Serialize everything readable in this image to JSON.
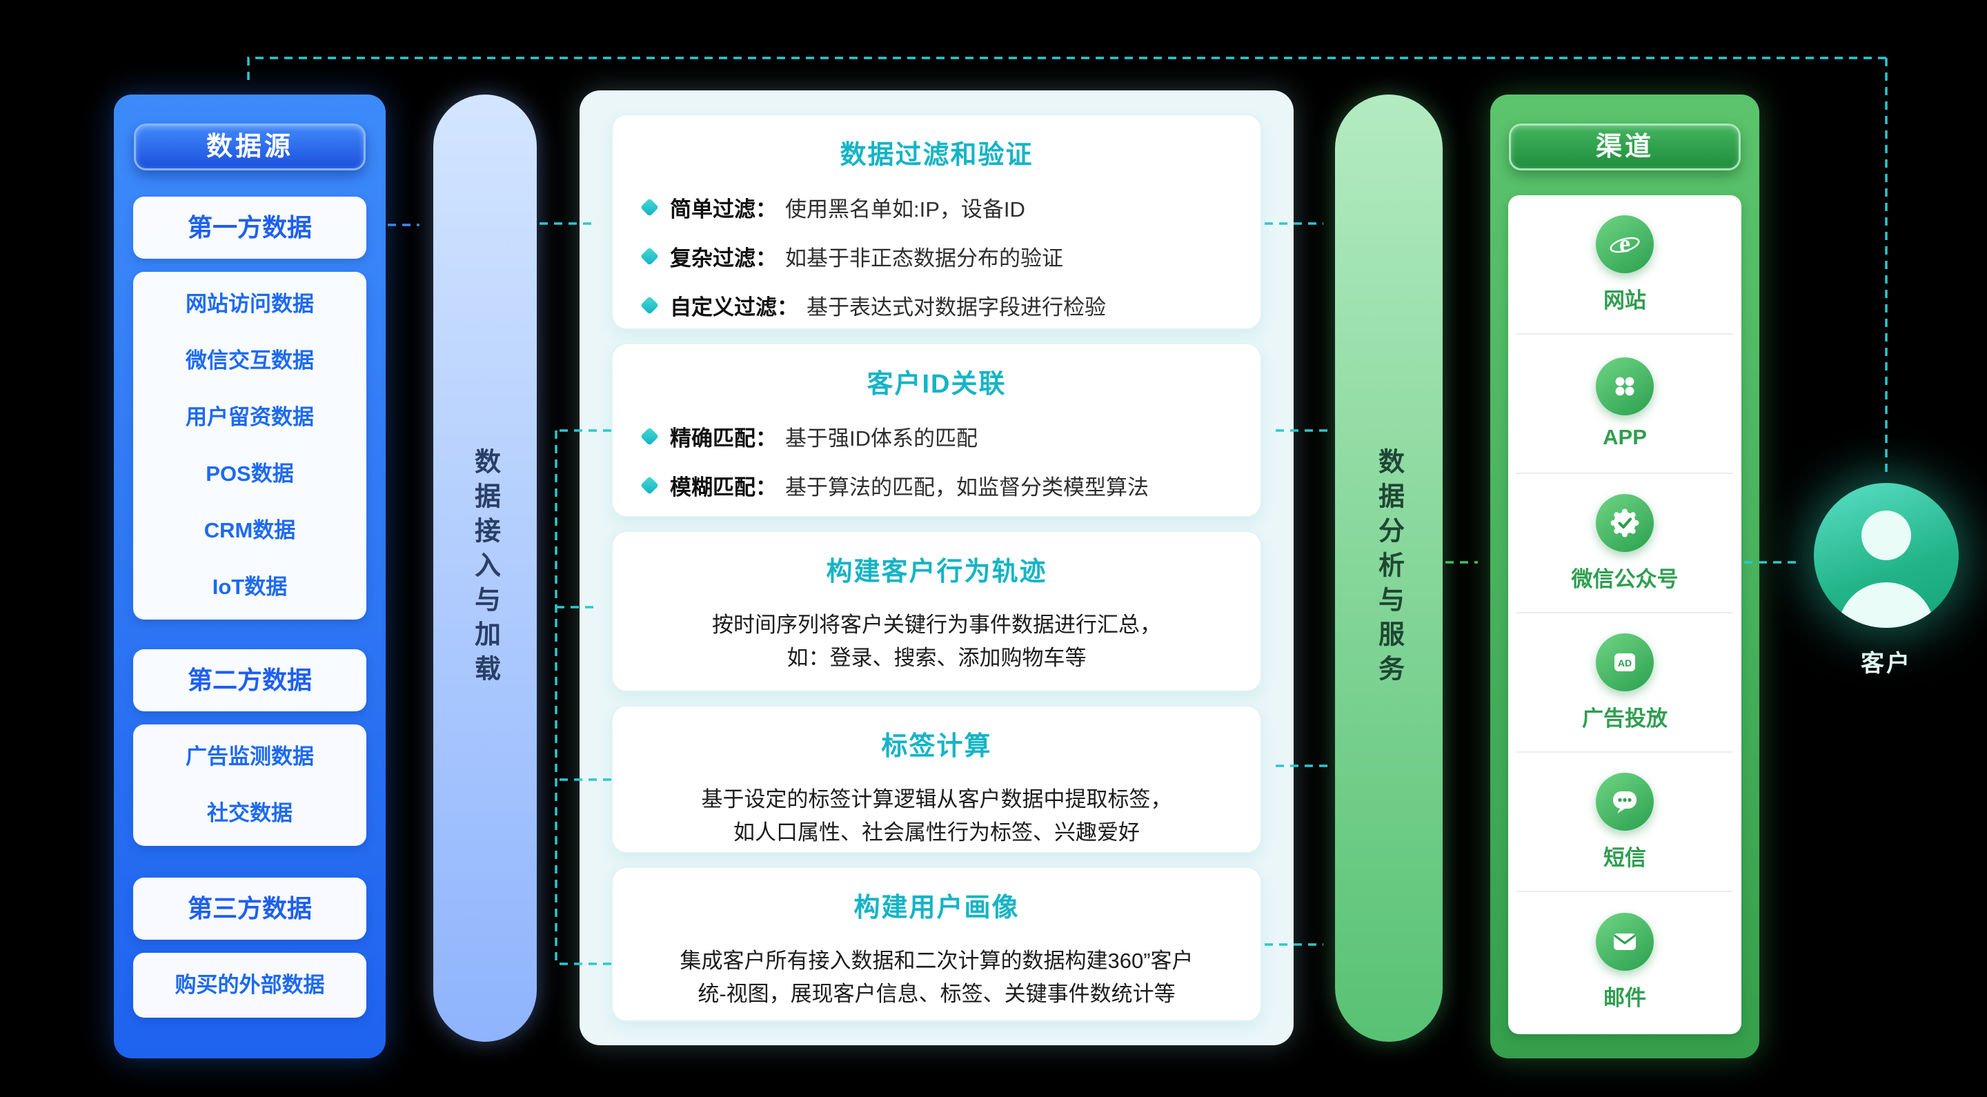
{
  "colors": {
    "accent_blue": "#1d6af0",
    "accent_teal": "#15b4c6",
    "accent_green": "#3aa455",
    "arrow_teal": "#2cc8cf",
    "arrow_green": "#3fbf63",
    "arrow_blue": "#3c86f7"
  },
  "datasource_panel": {
    "title": "数据源",
    "groups": [
      {
        "header": "第一方数据",
        "items": [
          "网站访问数据",
          "微信交互数据",
          "用户留资数据",
          "POS数据",
          "CRM数据",
          "IoT数据"
        ]
      },
      {
        "header": "第二方数据",
        "items": [
          "广告监测数据",
          "社交数据"
        ]
      },
      {
        "header": "第三方数据",
        "items": [
          "购买的外部数据"
        ]
      }
    ]
  },
  "ingest_bar": {
    "label": "数据接入与加载"
  },
  "process_panel": {
    "boxes": [
      {
        "title": "数据过滤和验证",
        "bullets": [
          {
            "label": "简单过滤：",
            "text": "使用黑名单如:IP，设备ID"
          },
          {
            "label": "复杂过滤：",
            "text": "如基于非正态数据分布的验证"
          },
          {
            "label": "自定义过滤：",
            "text": "基于表达式对数据字段进行检验"
          }
        ]
      },
      {
        "title": "客户ID关联",
        "bullets": [
          {
            "label": "精确匹配：",
            "text": "基于强ID体系的匹配"
          },
          {
            "label": "模糊匹配：",
            "text": "基于算法的匹配，如监督分类模型算法"
          }
        ]
      },
      {
        "title": "构建客户行为轨迹",
        "lines": [
          "按时间序列将客户关键行为事件数据进行汇总，",
          "如：登录、搜索、添加购物车等"
        ]
      },
      {
        "title": "标签计算",
        "lines": [
          "基于设定的标签计算逻辑从客户数据中提取标签，",
          "如人口属性、社会属性行为标签、兴趣爱好"
        ]
      },
      {
        "title": "构建用户画像",
        "lines": [
          "集成客户所有接入数据和二次计算的数据构建360”客户",
          "统-视图，展现客户信息、标签、关键事件数统计等"
        ]
      }
    ]
  },
  "analysis_bar": {
    "label": "数据分析与服务"
  },
  "channel_panel": {
    "title": "渠道",
    "items": [
      {
        "label": "网站",
        "icon": "browser-icon"
      },
      {
        "label": "APP",
        "icon": "app-grid-icon"
      },
      {
        "label": "微信公众号",
        "icon": "wechat-official-icon"
      },
      {
        "label": "广告投放",
        "icon": "ad-icon"
      },
      {
        "label": "短信",
        "icon": "sms-icon"
      },
      {
        "label": "邮件",
        "icon": "email-icon"
      }
    ]
  },
  "customer": {
    "label": "客户"
  }
}
